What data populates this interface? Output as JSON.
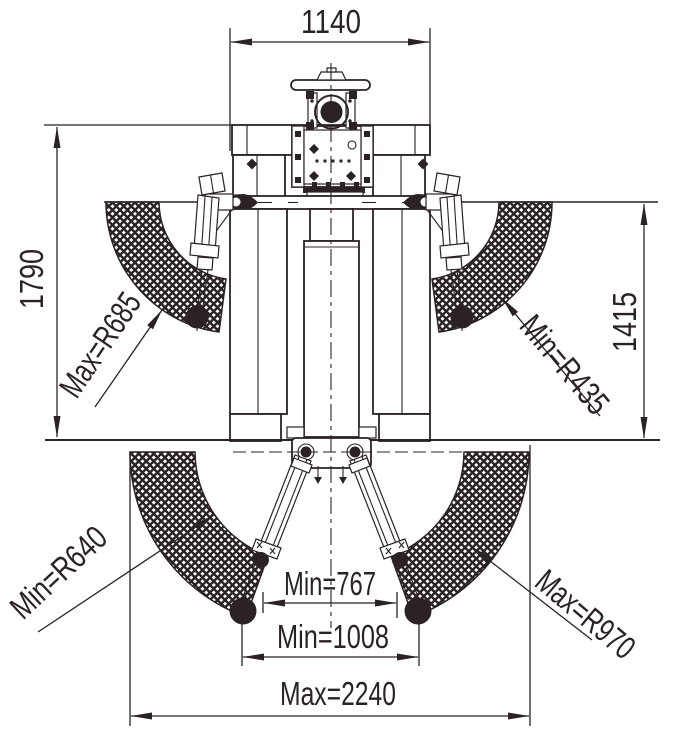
{
  "drawing": {
    "colors": {
      "line": "#2b2226",
      "background": "#ffffff"
    },
    "dimensions": {
      "top_width": "1140",
      "left_height": "1790",
      "right_height": "1415",
      "bottom_inner": "Min=767",
      "bottom_middle": "Min=1008",
      "bottom_outer": "Max=2240"
    },
    "swing_radii": {
      "upper_left": "Max=R685",
      "upper_right": "Min=R435",
      "lower_left": "Min=R640",
      "lower_right": "Max=R970"
    }
  }
}
